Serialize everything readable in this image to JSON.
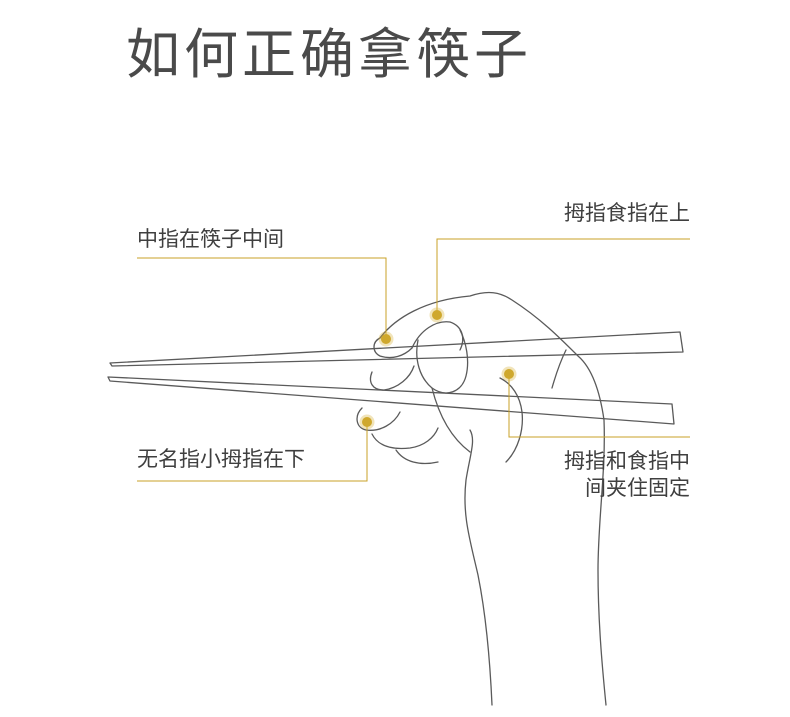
{
  "title": "如何正确拿筷子",
  "colors": {
    "accent": "#c9a227",
    "dot": "#d8b23a",
    "ink": "#3f3f3f",
    "line": "#666666"
  },
  "callouts": {
    "middle_finger": "中指在筷子中间",
    "thumb_index_top": "拇指食指在上",
    "ring_little_bottom": "无名指小拇指在下",
    "thumb_index_hold_line1": "拇指和食指中",
    "thumb_index_hold_line2": "间夹住固定"
  }
}
